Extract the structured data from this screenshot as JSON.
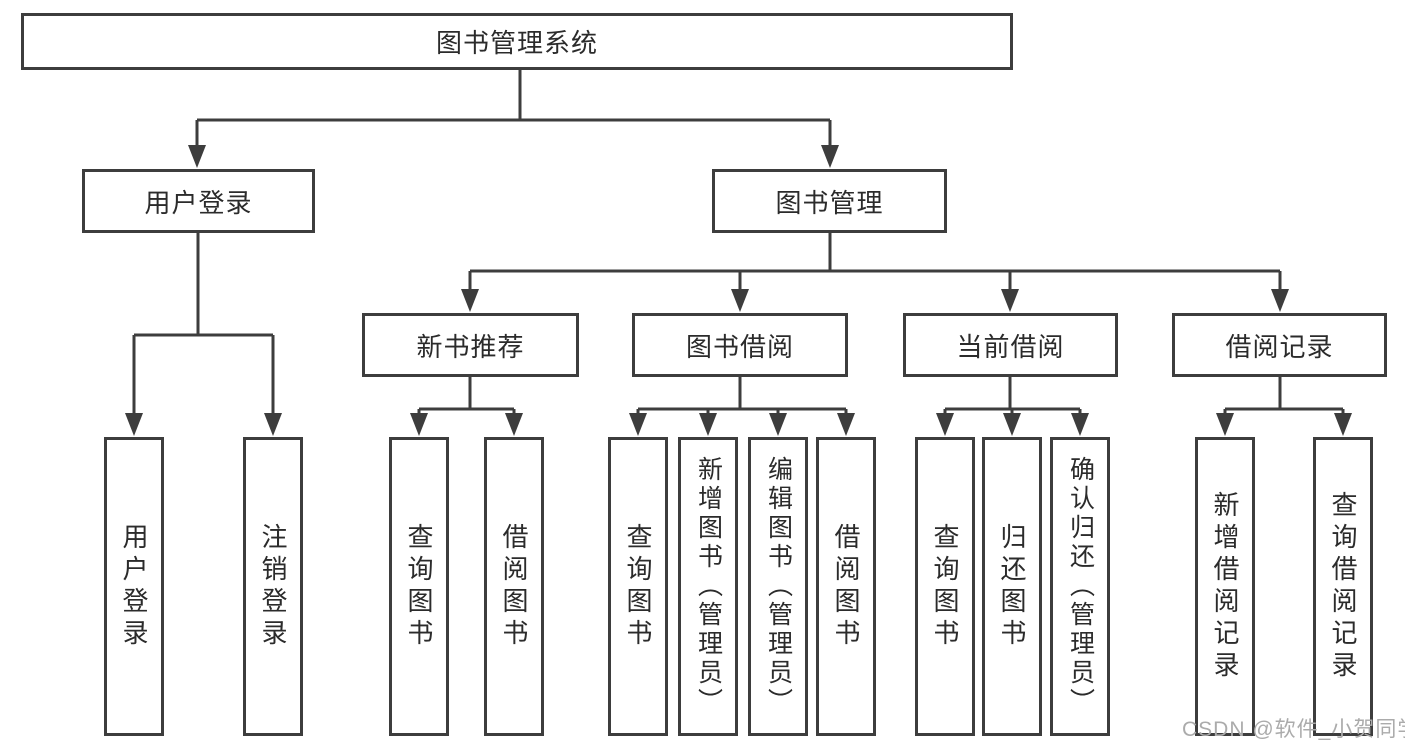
{
  "diagram": {
    "title": "图书管理系统",
    "root": {
      "label": "图书管理系统"
    },
    "level2": [
      {
        "label": "用户登录"
      },
      {
        "label": "图书管理"
      }
    ],
    "level3": [
      {
        "label": "新书推荐"
      },
      {
        "label": "图书借阅"
      },
      {
        "label": "当前借阅"
      },
      {
        "label": "借阅记录"
      }
    ],
    "leaves": {
      "login": [
        {
          "label": "用户登录"
        },
        {
          "label": "注销登录"
        }
      ],
      "recommend": [
        {
          "label": "查询图书"
        },
        {
          "label": "借阅图书"
        }
      ],
      "borrow": [
        {
          "label": "查询图书"
        },
        {
          "label": "新增图书（管理员）"
        },
        {
          "label": "编辑图书（管理员）"
        },
        {
          "label": "借阅图书"
        }
      ],
      "current": [
        {
          "label": "查询图书"
        },
        {
          "label": "归还图书"
        },
        {
          "label": "确认归还（管理员）"
        }
      ],
      "records": [
        {
          "label": "新增借阅记录"
        },
        {
          "label": "查询借阅记录"
        }
      ]
    },
    "colors": {
      "line": "#3d3d3d",
      "text": "#2b2b2b",
      "background": "#ffffff",
      "watermark": "#ababab"
    },
    "watermark": "CSDN @软件_小贺同学"
  }
}
